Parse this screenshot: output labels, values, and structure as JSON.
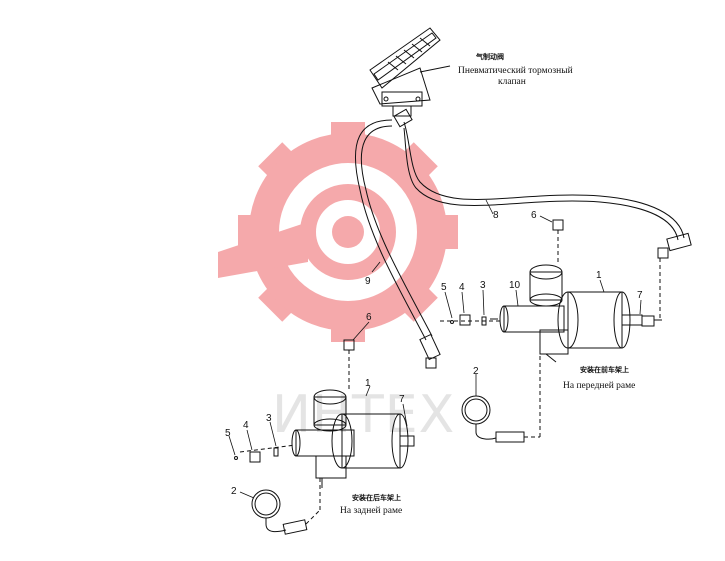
{
  "watermark": {
    "text": "ИНТЕХ",
    "color": "#f4a0a2"
  },
  "top_valve": {
    "cn": "气制动阀",
    "ru_line1": "Пневматический тормозный",
    "ru_line2": "клапан"
  },
  "front": {
    "cn": "安装在前车架上",
    "ru": "На передней раме"
  },
  "rear": {
    "cn": "安装在后车架上",
    "ru": "На задней раме"
  },
  "callouts": {
    "c1a": "1",
    "c7a": "7",
    "c6a": "6",
    "c10": "10",
    "c5a": "5",
    "c4a": "4",
    "c3a": "3",
    "c8": "8",
    "c9": "9",
    "c6b": "6",
    "c2a": "2",
    "c1b": "1",
    "c7b": "7",
    "c3b": "3",
    "c4b": "4",
    "c5b": "5",
    "c2b": "2"
  }
}
